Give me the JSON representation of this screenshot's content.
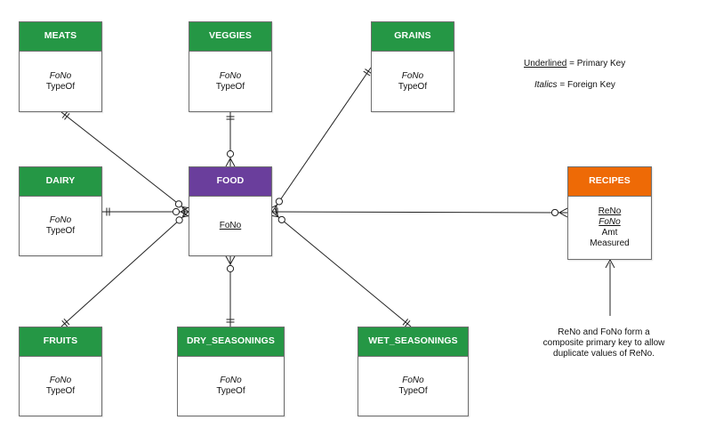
{
  "colors": {
    "green": "#259745",
    "purple": "#6a3e9c",
    "orange": "#ee6a06",
    "line": "#222222"
  },
  "entities": {
    "meats": {
      "title": "MEATS",
      "attrs": [
        "FoNo",
        "TypeOf"
      ]
    },
    "veggies": {
      "title": "VEGGIES",
      "attrs": [
        "FoNo",
        "TypeOf"
      ]
    },
    "grains": {
      "title": "GRAINS",
      "attrs": [
        "FoNo",
        "TypeOf"
      ]
    },
    "dairy": {
      "title": "DAIRY",
      "attrs": [
        "FoNo",
        "TypeOf"
      ]
    },
    "food": {
      "title": "FOOD",
      "attrs": [
        "FoNo"
      ]
    },
    "recipes": {
      "title": "RECIPES",
      "attrs": [
        "ReNo",
        "FoNo",
        "Amt",
        "Measured"
      ]
    },
    "fruits": {
      "title": "FRUITS",
      "attrs": [
        "FoNo",
        "TypeOf"
      ]
    },
    "dry": {
      "title": "DRY_SEASONINGS",
      "attrs": [
        "FoNo",
        "TypeOf"
      ]
    },
    "wet": {
      "title": "WET_SEASONINGS",
      "attrs": [
        "FoNo",
        "TypeOf"
      ]
    }
  },
  "legend": {
    "pk_word": "Underlined",
    "pk_rest": " = Primary Key",
    "fk_word": "Italics",
    "fk_rest": " = Foreign Key"
  },
  "note": "ReNo and FoNo form a composite primary key to allow duplicate values of ReNo."
}
